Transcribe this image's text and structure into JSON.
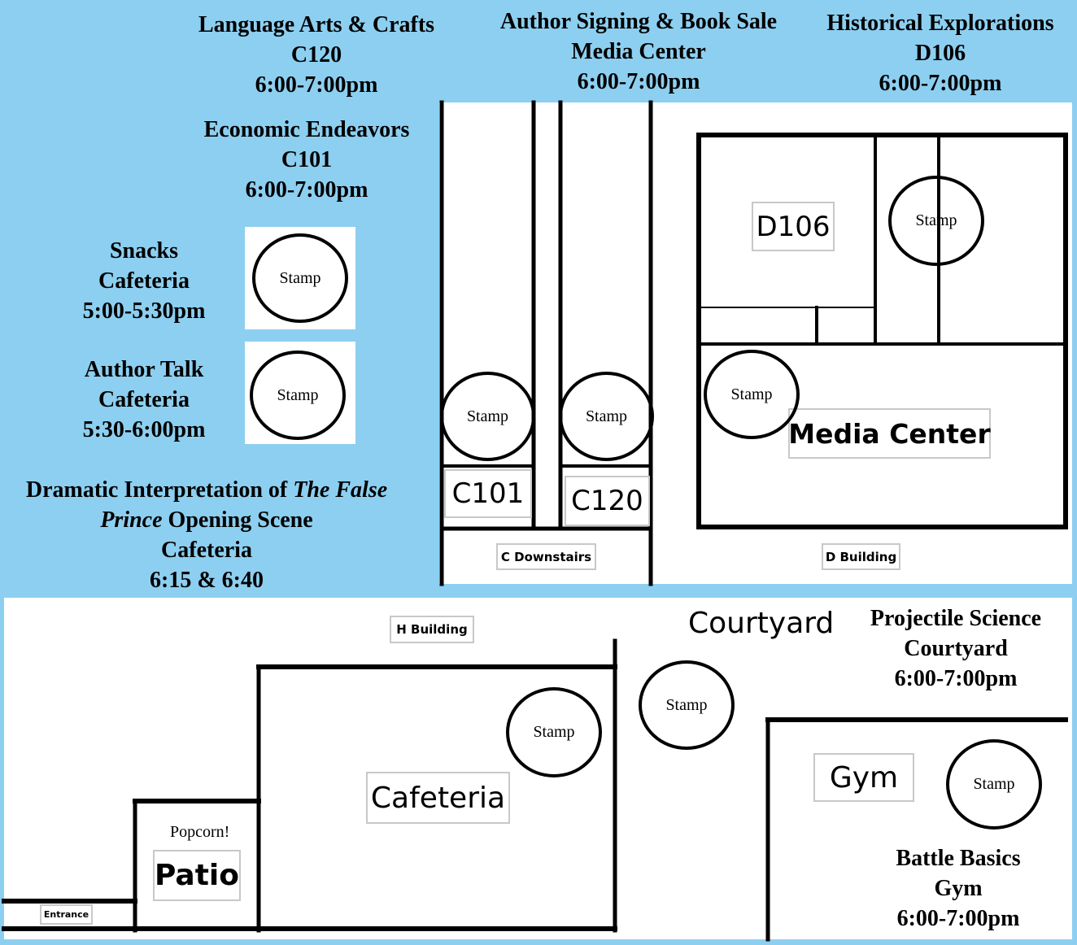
{
  "events": {
    "language_arts": {
      "title": "Language Arts & Crafts",
      "room": "C120",
      "time": "6:00-7:00pm"
    },
    "author_signing": {
      "title": "Author Signing & Book Sale",
      "room": "Media Center",
      "time": "6:00-7:00pm"
    },
    "historical": {
      "title": "Historical Explorations",
      "room": "D106",
      "time": "6:00-7:00pm"
    },
    "economic": {
      "title": "Economic Endeavors",
      "room": "C101",
      "time": "6:00-7:00pm"
    },
    "snacks": {
      "title": "Snacks",
      "room": "Cafeteria",
      "time": "5:00-5:30pm"
    },
    "author_talk": {
      "title": "Author Talk",
      "room": "Cafeteria",
      "time": "5:30-6:00pm"
    },
    "dramatic": {
      "title_prefix": "Dramatic Interpretation of ",
      "title_italic_1": "The False",
      "title_italic_2": "Prince",
      "title_suffix": " Opening Scene",
      "room": "Cafeteria",
      "time": "6:15 & 6:40"
    },
    "projectile": {
      "title": "Projectile Science",
      "room": "Courtyard",
      "time": "6:00-7:00pm"
    },
    "battle": {
      "title": "Battle Basics",
      "room": "Gym",
      "time": "6:00-7:00pm"
    }
  },
  "stamp_label": "Stamp",
  "map": {
    "d106": "D106",
    "media_center": "Media Center",
    "c101": "C101",
    "c120": "C120",
    "c_downstairs": "C Downstairs",
    "d_building": "D Building",
    "h_building": "H Building",
    "cafeteria": "Cafeteria",
    "patio": "Patio",
    "popcorn": "Popcorn!",
    "entrance": "Entrance",
    "courtyard": "Courtyard",
    "gym": "Gym"
  }
}
